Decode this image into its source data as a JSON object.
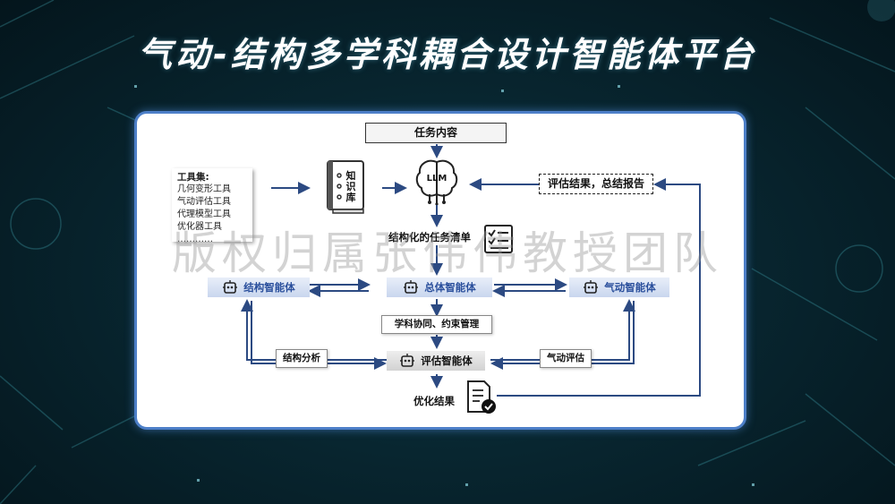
{
  "title": "气动-结构多学科耦合设计智能体平台",
  "watermark": "版权归属张伟伟教授团队",
  "colors": {
    "accent": "#4d7fc8",
    "arrow": "#2c4a82",
    "agent_text": "#2a4f9c"
  },
  "diagram": {
    "task_content": "任务内容",
    "toolset": {
      "title": "工具集:",
      "items": [
        "几何变形工具",
        "气动评估工具",
        "代理模型工具",
        "优化器工具",
        "…………"
      ]
    },
    "knowledge_base": [
      "知",
      "识",
      "库"
    ],
    "llm": "LLM",
    "eval_summary": "评估结果，总结报告",
    "task_list": "结构化的任务清单",
    "agents": {
      "structure": "结构智能体",
      "master": "总体智能体",
      "aero": "气动智能体",
      "evaluation": "评估智能体"
    },
    "coordination": "学科协同、约束管理",
    "structure_analysis": "结构分析",
    "aero_evaluation": "气动评估",
    "optimization_result": "优化结果"
  }
}
